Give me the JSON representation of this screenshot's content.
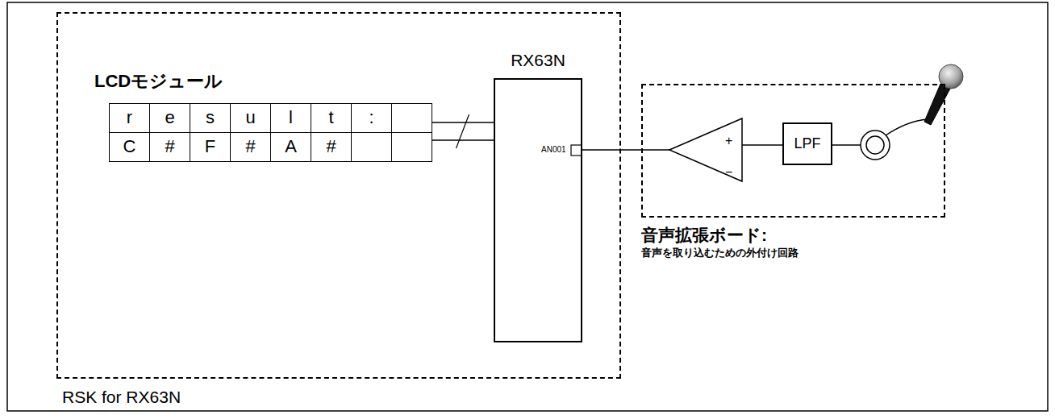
{
  "diagram": {
    "nodes": [
      {
        "text": [
          "RSK for RX63N"
        ]
      },
      {
        "text": [
          "LCDモジュール"
        ],
        "in": 0
      },
      {
        "text": [
          "RX63N"
        ],
        "in": 0
      },
      {
        "text": [
          "音声拡張ボード:",
          "音声を取り込むための外付け回路"
        ]
      },
      {
        "text": [
          "LPF"
        ],
        "in": 3
      }
    ],
    "edges": [
      {
        "from": 1,
        "to": 2,
        "arrow": "none"
      }
    ],
    "labels": [
      "r",
      "e",
      "s",
      "u",
      "l",
      "t",
      ":",
      "C",
      "#",
      "F",
      "#",
      "A",
      "#",
      "AN001",
      "+",
      "−"
    ]
  }
}
